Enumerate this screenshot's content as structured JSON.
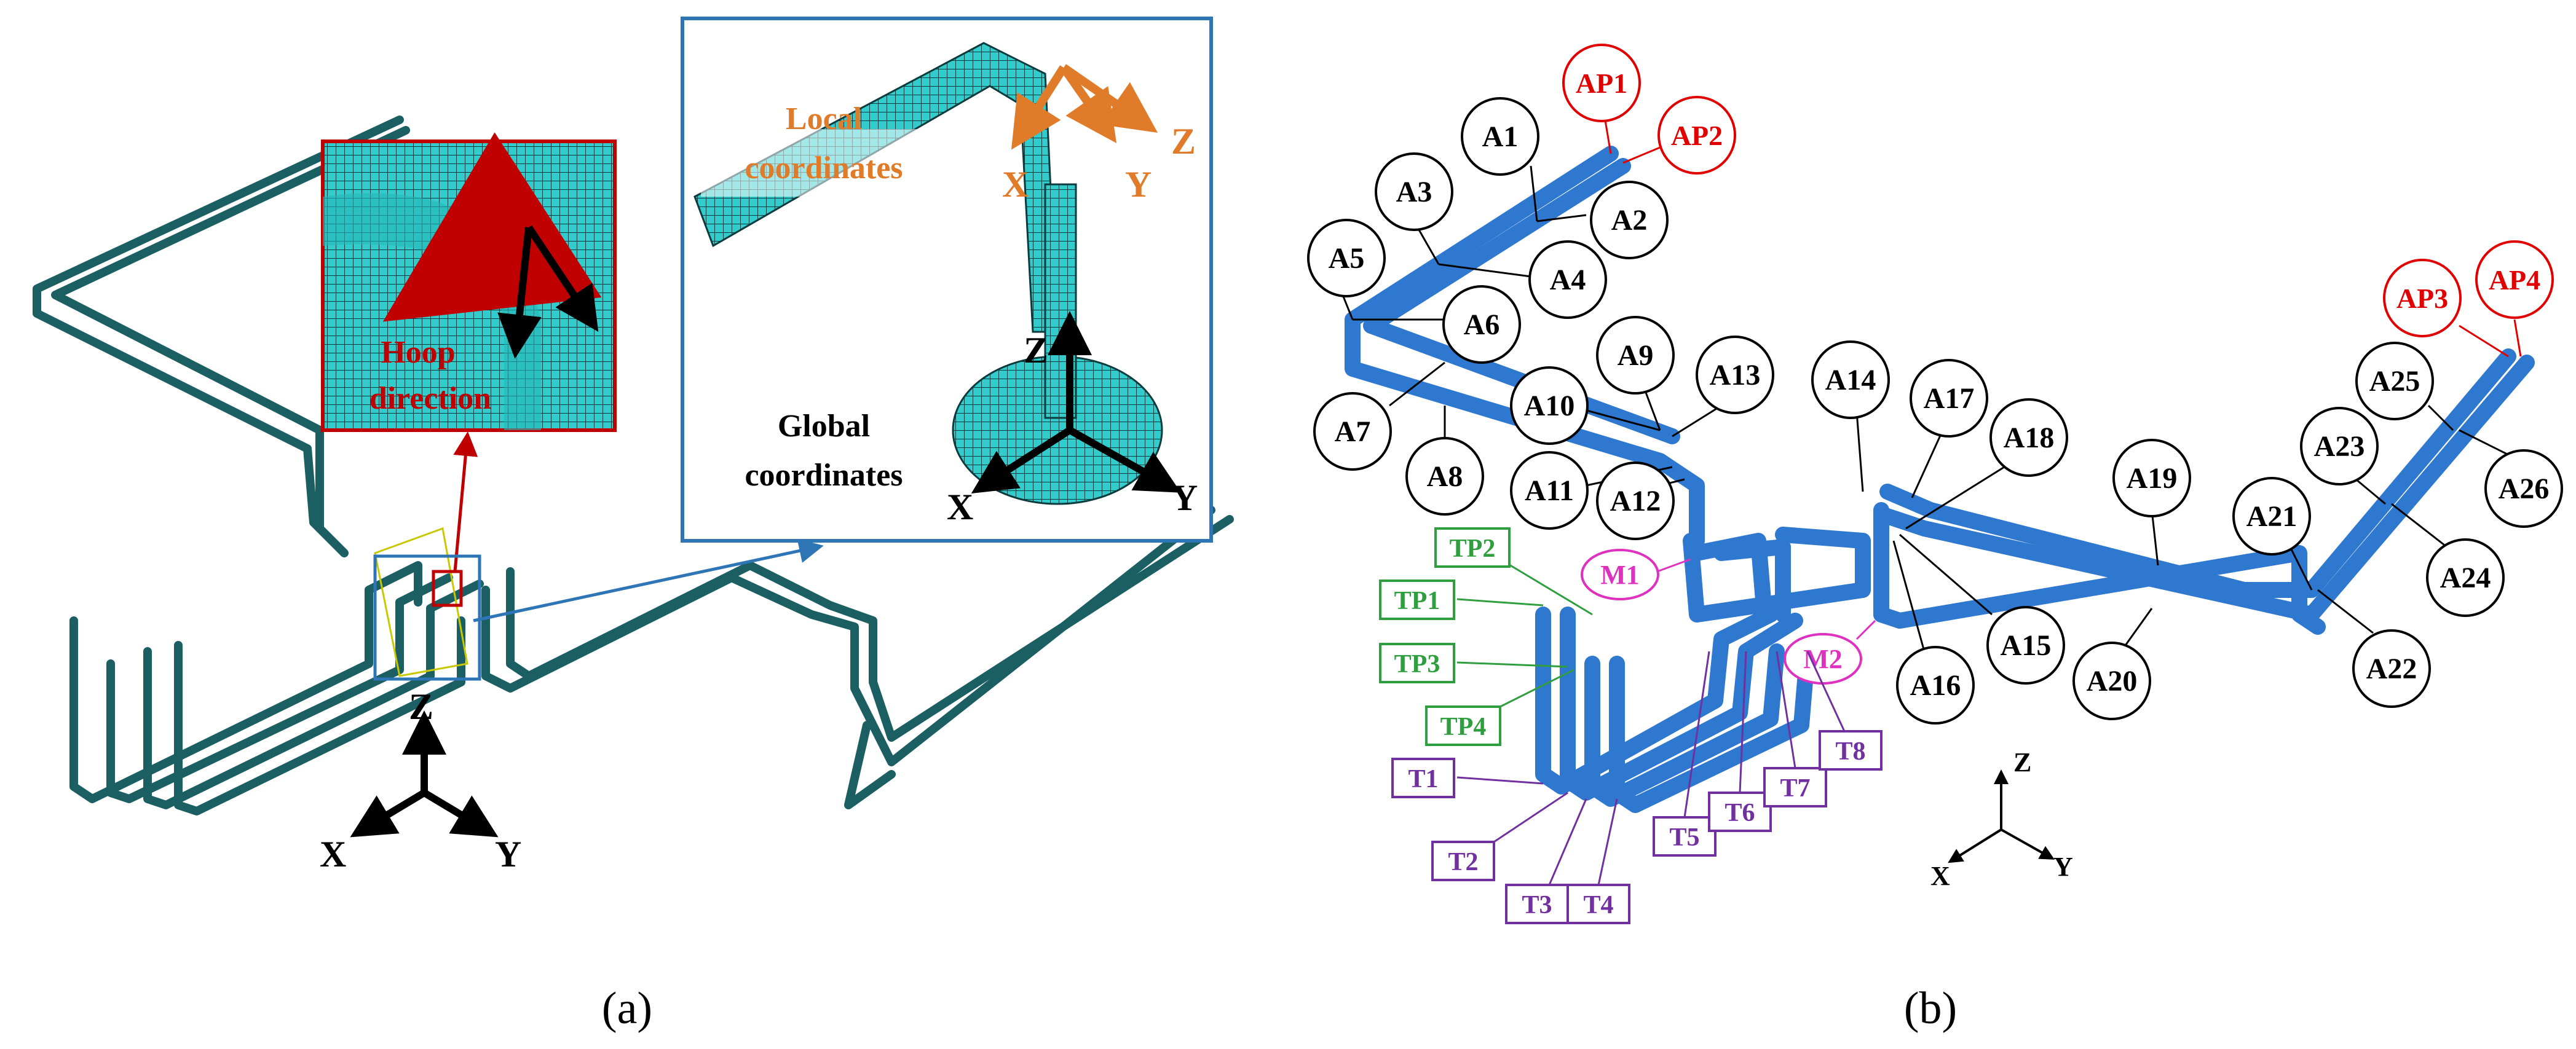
{
  "panel_a": {
    "caption": "(a)",
    "hoop_label": [
      "Hoop",
      "direction"
    ],
    "local_label": [
      "Local",
      "coordinates"
    ],
    "global_label": [
      "Global",
      "coordinates"
    ],
    "local_axes": {
      "x": "X",
      "y": "Y",
      "z": "Z"
    },
    "global_axes": {
      "x": "X",
      "y": "Y",
      "z": "Z"
    },
    "main_axes": {
      "x": "X",
      "y": "Y",
      "z": "Z"
    }
  },
  "panel_b": {
    "caption": "(b)",
    "axes": {
      "x": "X",
      "y": "Y",
      "z": "Z"
    },
    "labels_black": [
      "A1",
      "A2",
      "A3",
      "A4",
      "A5",
      "A6",
      "A7",
      "A8",
      "A9",
      "A10",
      "A11",
      "A12",
      "A13",
      "A14",
      "A15",
      "A16",
      "A17",
      "A18",
      "A19",
      "A20",
      "A21",
      "A22",
      "A23",
      "A24",
      "A25",
      "A26"
    ],
    "labels_red": [
      "AP1",
      "AP2",
      "AP3",
      "AP4"
    ],
    "labels_magenta": [
      "M1",
      "M2"
    ],
    "labels_green": [
      "TP1",
      "TP2",
      "TP3",
      "TP4"
    ],
    "labels_purple": [
      "T1",
      "T2",
      "T3",
      "T4",
      "T5",
      "T6",
      "T7",
      "T8"
    ]
  },
  "colors": {
    "mesh_pipe": "#1c5f63",
    "mesh_fill": "#33cccc",
    "hoop_red": "#c00000",
    "local_orange": "#e07b2a",
    "box_blue": "#2e75b6",
    "pipe_blue": "#2f78d0",
    "label_red": "#e00000",
    "label_magenta": "#e030c0",
    "label_green": "#2e9e3e",
    "label_purple": "#7030a0"
  }
}
